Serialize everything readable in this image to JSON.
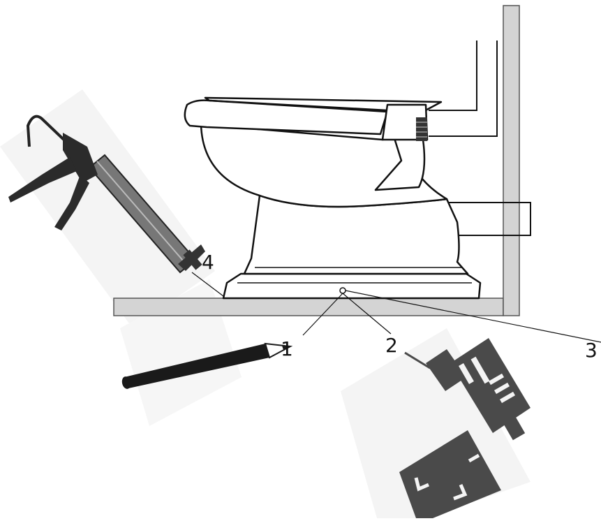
{
  "callouts": {
    "step1": "1",
    "step2": "2",
    "step3": "3",
    "step4": "4"
  },
  "tools": {
    "caulk_gun": "caulk-gun-icon",
    "pencil": "pencil-icon",
    "drill": "cordless-drill-icon"
  },
  "colors": {
    "wall_fill": "#d4d4d4",
    "outline": "#111111",
    "tool_dark": "#2b2b2b",
    "drill_gray": "#4a4a4a"
  }
}
